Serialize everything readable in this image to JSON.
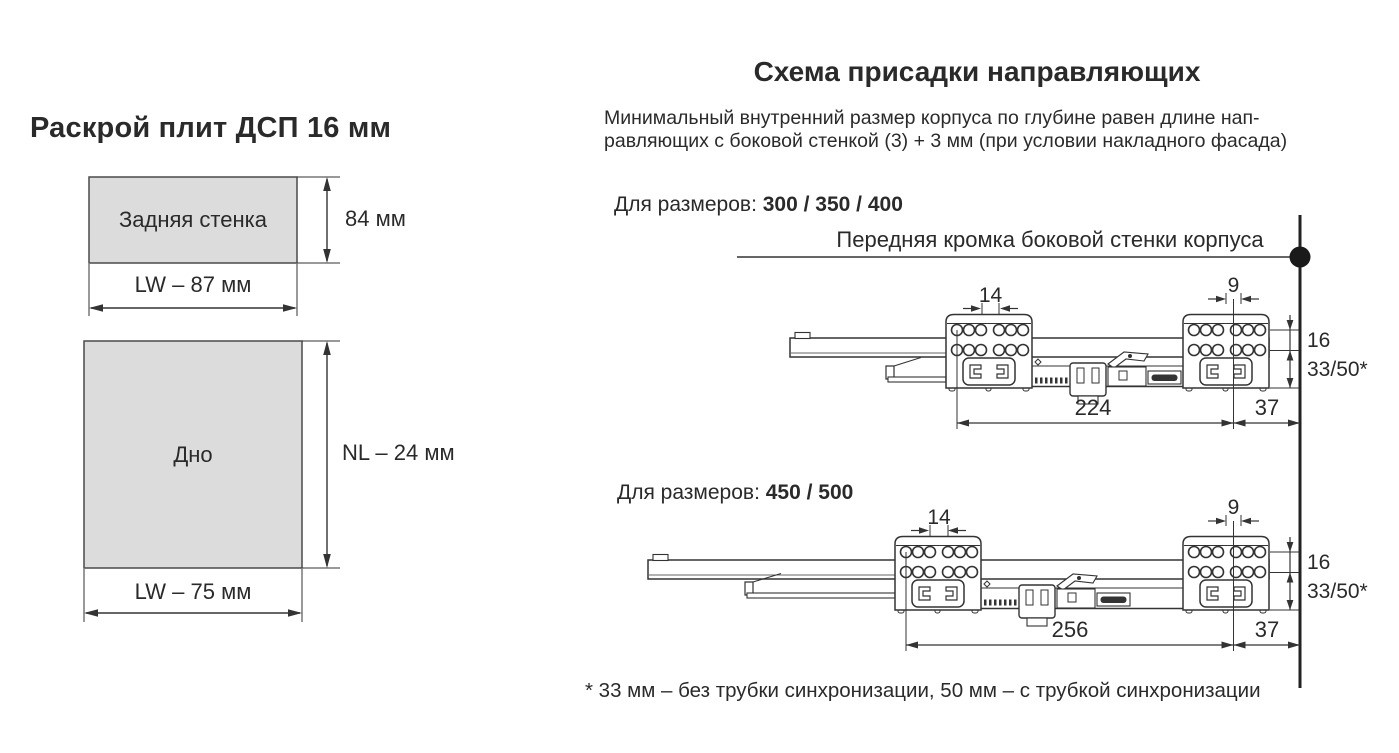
{
  "left_panel": {
    "title": "Раскрой плит ДСП 16 мм",
    "back_wall": {
      "label": "Задняя стенка",
      "height_dim": "84 мм",
      "width_dim": "LW – 87 мм"
    },
    "bottom_panel": {
      "label": "Дно",
      "height_dim": "NL – 24 мм",
      "width_dim": "LW – 75 мм"
    }
  },
  "right_panel": {
    "title": "Схема присадки направляющих",
    "description_line1": "Минимальный внутренний размер корпуса по глубине равен длине нап-",
    "description_line2": "равляющих с боковой стенкой (3) + 3 мм (при условии накладного фасада)",
    "front_edge_label": "Передняя кромка боковой стенки корпуса",
    "drawing_300_400": {
      "for_sizes_label": "Для размеров:",
      "for_sizes_value": "300 / 350 / 400",
      "dim_hole_gap_left": "14",
      "dim_hole_gap_right": "9",
      "dim_row_spacing": "16",
      "dim_vertical_offset": "33/50*",
      "dim_span_back": "224",
      "dim_span_front": "37"
    },
    "drawing_450_500": {
      "for_sizes_label": "Для размеров:",
      "for_sizes_value": "450 / 500",
      "dim_hole_gap_left": "14",
      "dim_hole_gap_right": "9",
      "dim_row_spacing": "16",
      "dim_vertical_offset": "33/50*",
      "dim_span_back": "256",
      "dim_span_front": "37"
    },
    "footnote": "* 33 мм – без трубки синхронизации, 50 мм – с трубкой синхронизации"
  },
  "colors": {
    "panel_fill": "#dcdcdc",
    "line": "#333333",
    "text": "#2a2a2a",
    "accent_dot": "#1a1a1a"
  }
}
